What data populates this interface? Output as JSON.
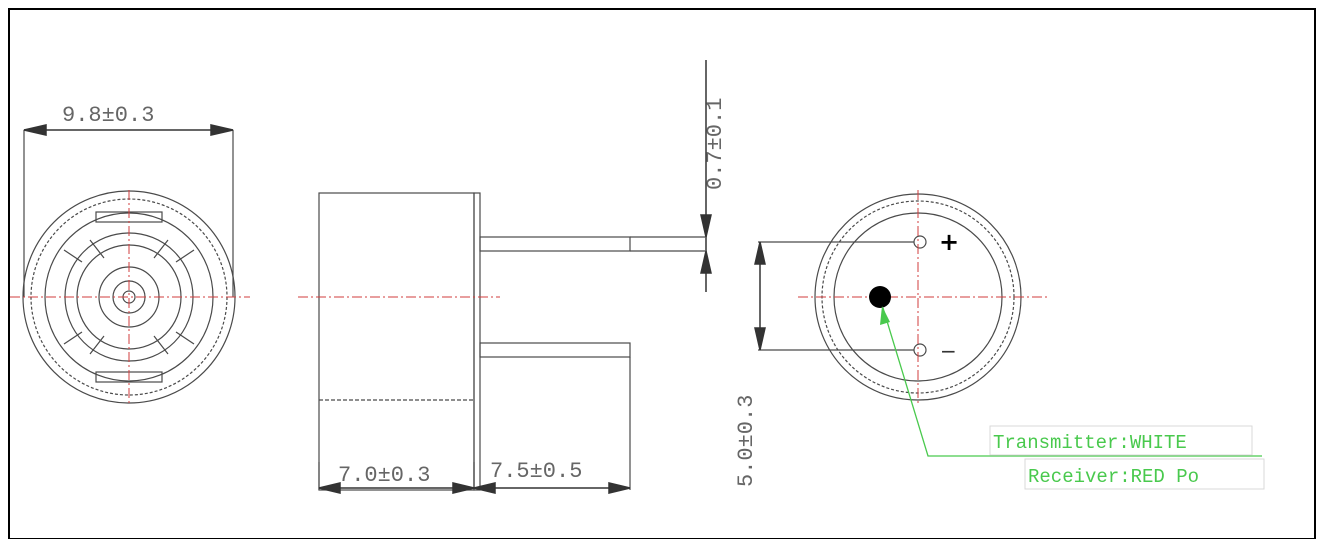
{
  "drawing": {
    "dims": {
      "diameter": "9.8±0.3",
      "body_length": "7.0±0.3",
      "pin_length": "7.5±0.5",
      "pin_dia": "0.7±0.1",
      "pin_spacing": "5.0±0.3"
    },
    "polarity": {
      "plus": "+",
      "minus": "−"
    },
    "notes": {
      "transmitter": "Transmitter:WHITE",
      "receiver": "Receiver:RED Po"
    },
    "colors": {
      "line": "#3a3a3a",
      "center_line": "#d23c3c",
      "note": "#49c94d",
      "frame": "#000000"
    }
  }
}
